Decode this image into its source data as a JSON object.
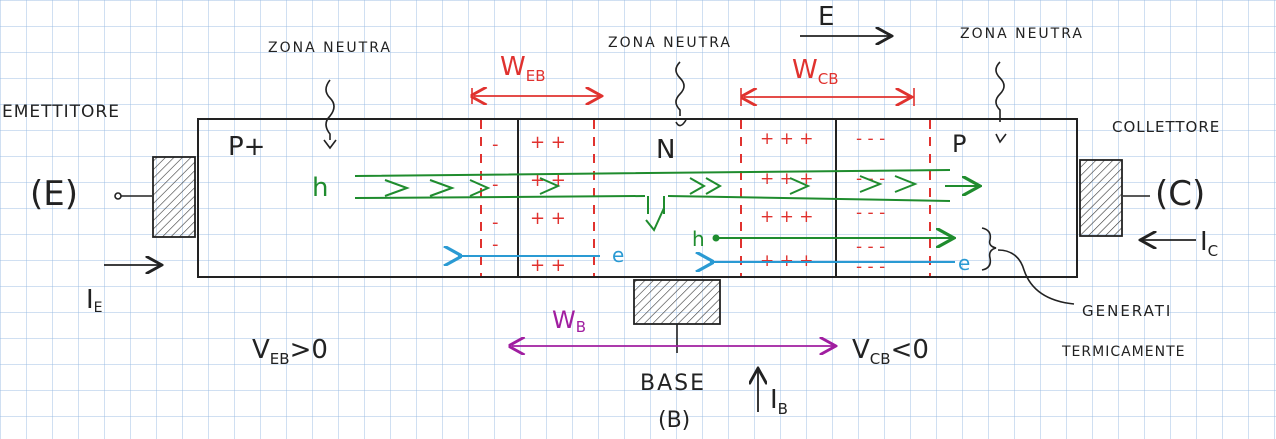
{
  "labels": {
    "zona_neutra_left": "ZONA NEUTRA",
    "zona_neutra_mid": "ZONA NEUTRA",
    "zona_neutra_right": "ZONA NEUTRA",
    "field_label": "E",
    "emettitore": "EMETTITORE",
    "collettore": "COLLETTORE",
    "emitter_terminal": "(E)",
    "collector_terminal": "(C)",
    "p_plus": "P+",
    "n_region": "N",
    "p_region": "P",
    "hole_left": "h",
    "hole_right": "h",
    "electron_left": "e",
    "electron_right": "e",
    "web": "W",
    "web_sub": "EB",
    "wcb": "W",
    "wcb_sub": "CB",
    "wb": "W",
    "wb_sub": "B",
    "ie": "I",
    "ie_sub": "E",
    "ic": "I",
    "ic_sub": "C",
    "ib": "I",
    "ib_sub": "B",
    "veb": "V",
    "veb_sub": "EB",
    "veb_rel": ">0",
    "vcb": "V",
    "vcb_sub": "CB",
    "vcb_rel": "<0",
    "base": "BASE",
    "base_terminal": "(B)",
    "generati_1": "GENERATI",
    "generati_2": "TERMICAMENTE",
    "plus_signs": "+ +",
    "plus_signs_3": "+ + +",
    "minus_sign": "-",
    "minus_signs": "- - -"
  },
  "colors": {
    "ink": "#222222",
    "red": "#e0322f",
    "green": "#1f8c2e",
    "blue": "#2a9ad3",
    "magenta": "#a01ea0",
    "grid": "#96b9e1"
  }
}
